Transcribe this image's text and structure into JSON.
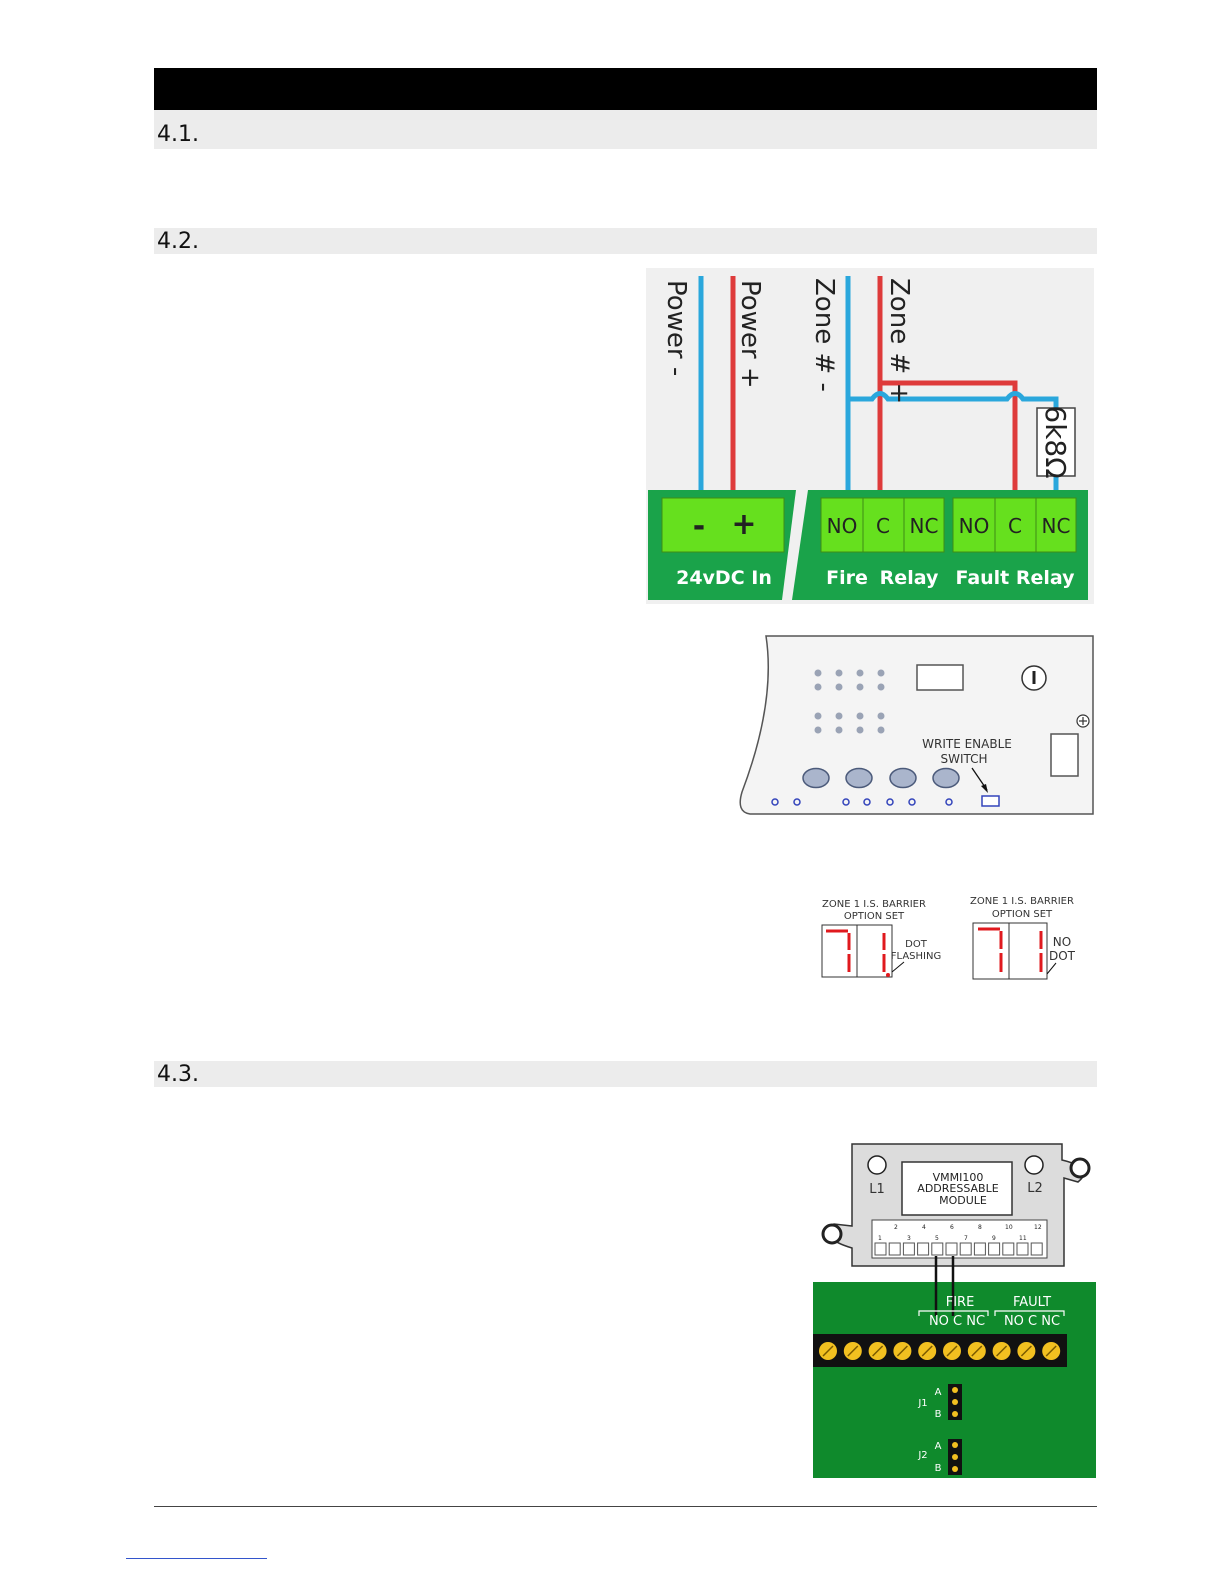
{
  "sections": {
    "s1": "4.1.",
    "s2": "4.2.",
    "s3": "4.3."
  },
  "wiring": {
    "labels": {
      "power_neg": "Power -",
      "power_pos": "Power +",
      "zone_neg": "Zone # -",
      "zone_pos": "Zone # +",
      "resistor": "6k8Ω"
    },
    "power_terminals": {
      "minus": "-",
      "plus": "+",
      "caption": "24vDC In"
    },
    "fire_relay": {
      "no": "NO",
      "c": "C",
      "nc": "NC",
      "caption_a": "Fire",
      "caption_b": "Relay"
    },
    "fault_relay": {
      "no": "NO",
      "c": "C",
      "nc": "NC",
      "caption": "Fault Relay"
    }
  },
  "panel": {
    "write_enable_line1": "WRITE ENABLE",
    "write_enable_line2": "SWITCH"
  },
  "displays": {
    "left": {
      "title1": "ZONE 1 I.S. BARRIER",
      "title2": "OPTION SET",
      "note1": "DOT",
      "note2": "FLASHING"
    },
    "right": {
      "title1": "ZONE 1 I.S. BARRIER",
      "title2": "OPTION SET",
      "note1": "NO",
      "note2": "DOT"
    }
  },
  "module": {
    "l1": "L1",
    "l2": "L2",
    "name1": "VMMI100",
    "name2": "ADDRESSABLE",
    "name3": "MODULE",
    "pins_top": [
      "2",
      "4",
      "6",
      "8",
      "10",
      "12"
    ],
    "pins_bottom": [
      "1",
      "3",
      "5",
      "7",
      "9",
      "11"
    ]
  },
  "board": {
    "fire": "FIRE",
    "fault": "FAULT",
    "fire_contacts": "NO C NC",
    "fault_contacts": "NO C  NC",
    "j1": "J1",
    "j2": "J2",
    "a": "A",
    "b": "B"
  },
  "colors": {
    "terminal_green": "#1aa34a",
    "terminal_light": "#66e01e",
    "wire_blue": "#2aa7dc",
    "wire_red": "#de3b3b",
    "board_green": "#0f8a2c",
    "screw": "#f2c020",
    "led_red": "#e0191e"
  }
}
